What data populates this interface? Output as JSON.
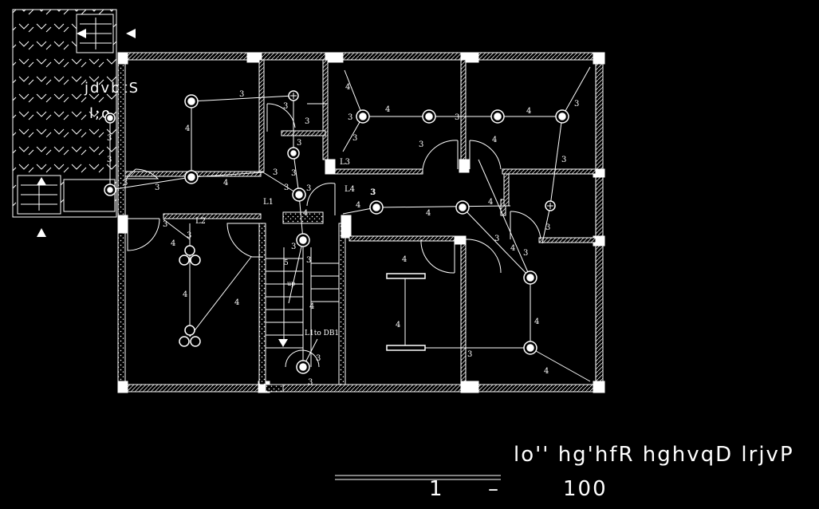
{
  "drawing": {
    "title": "lo'' hg'hfR hghvqD lrjvP",
    "scale_left": "1",
    "scale_dash": "–",
    "scale_right": "100",
    "side_label_1": "jdvbtS",
    "side_label_2": "l;o",
    "colors": {
      "background": "#000000",
      "line": "#ffffff"
    }
  },
  "circuits": {
    "l1": "L1",
    "l2": "L2",
    "l3": "L3",
    "l4": "L4",
    "db": "L1to DB1",
    "up": "up",
    "stair_num": "5"
  },
  "wire_labels": [
    "3",
    "4",
    "3",
    "3",
    "3",
    "3",
    "3",
    "3",
    "3",
    "4",
    "4",
    "3",
    "3",
    "3",
    "4",
    "3",
    "4",
    "3",
    "3",
    "3",
    "4",
    "4",
    "4",
    "4",
    "3",
    "3",
    "3",
    "4",
    "3",
    "4",
    "4",
    "4",
    "4",
    "3",
    "3",
    "3",
    "4",
    "4",
    "4",
    "3",
    "3",
    "3",
    "3",
    "4",
    "3",
    "3",
    "4",
    "3",
    "3"
  ]
}
